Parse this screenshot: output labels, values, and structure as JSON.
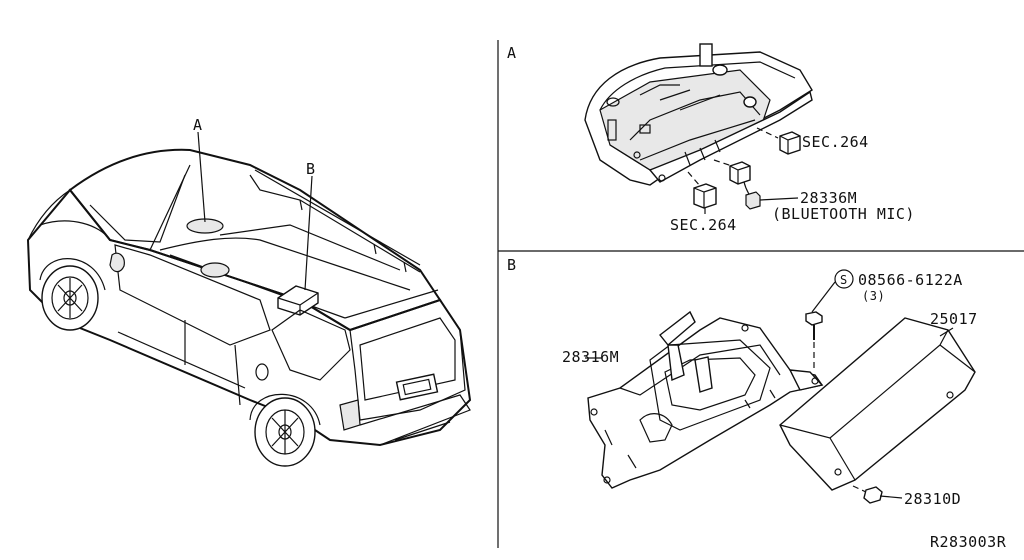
{
  "sections": {
    "a_label": "A",
    "b_label": "B"
  },
  "vehicle": {
    "callout_a": "A",
    "callout_b": "B"
  },
  "panel_a": {
    "sec_top": "SEC.264",
    "sec_bottom": "SEC.264",
    "part_mic": "28336M",
    "part_mic_desc": "(BLUETOOTH MIC)"
  },
  "panel_b": {
    "bolt_symbol": "S",
    "bolt_part": "08566-6122A",
    "bolt_qty": "(3)",
    "part_bracket": "28316M",
    "part_unit": "25017",
    "part_screw": "28310D"
  },
  "footer": {
    "drawing_code": "R283003R"
  }
}
